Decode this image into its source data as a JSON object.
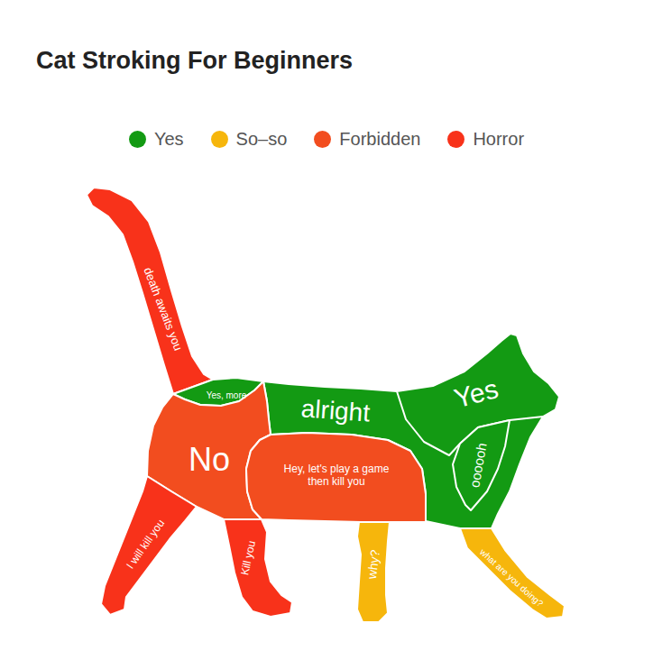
{
  "diagram": {
    "title": "Cat Stroking For Beginners",
    "nodes": [
      {
        "text": [
          "death awaits you"
        ]
      },
      {
        "text": [
          "Yes, more"
        ]
      },
      {
        "text": [
          "alright"
        ]
      },
      {
        "text": [
          "Yes"
        ]
      },
      {
        "text": [
          "No"
        ]
      },
      {
        "text": [
          "Hey, let's play a game then kill you"
        ]
      },
      {
        "text": [
          "oooooh"
        ]
      },
      {
        "text": [
          "I will kill you"
        ]
      },
      {
        "text": [
          "Kill you"
        ]
      },
      {
        "text": [
          "why?"
        ]
      },
      {
        "text": [
          "what are you doing?"
        ]
      }
    ],
    "legend": [
      {
        "text": "Yes",
        "color": "#139a13"
      },
      {
        "text": "So–so",
        "color": "#f6b60c"
      },
      {
        "text": "Forbidden",
        "color": "#f24d1f"
      },
      {
        "text": "Horror",
        "color": "#f8321a"
      }
    ]
  }
}
